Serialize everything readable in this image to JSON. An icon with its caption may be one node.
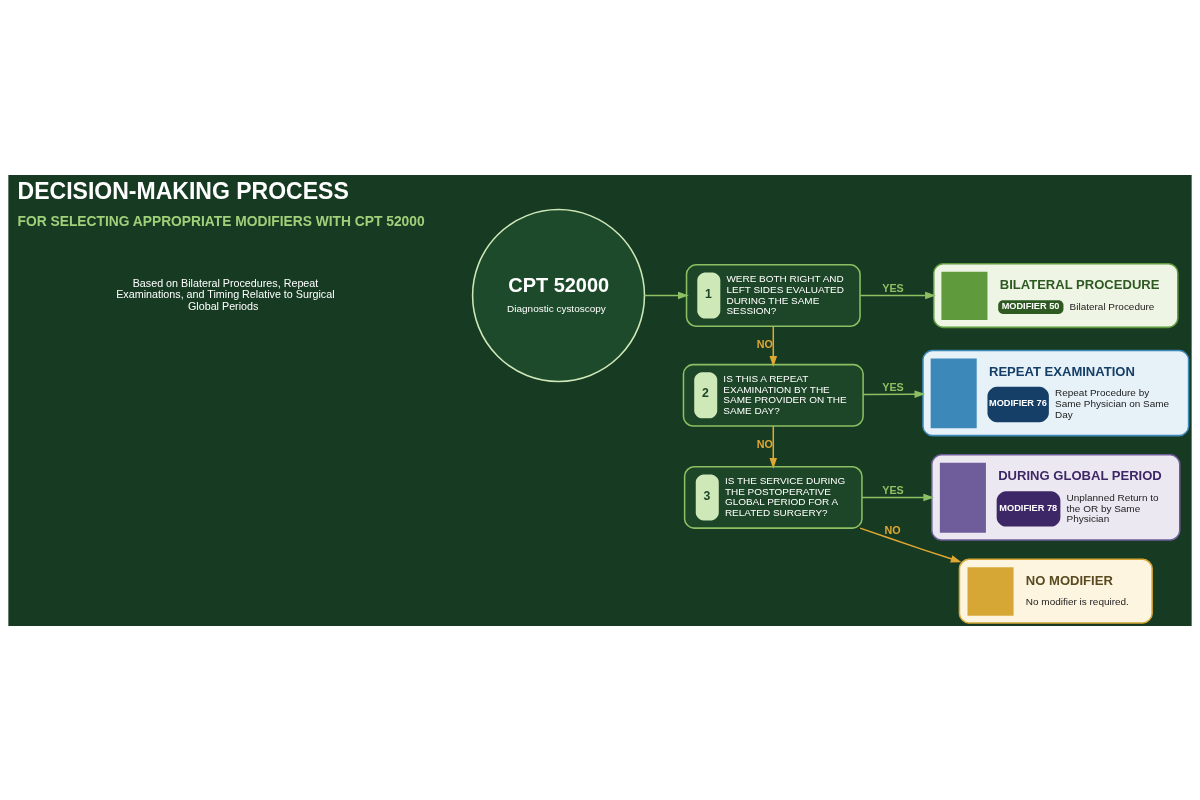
{
  "diagram": {
    "title": "DECISION-MAKING PROCESS",
    "nodes": [
      {
        "text": [
          "CPT 52000",
          "Diagnostic cystoscopy"
        ]
      },
      {
        "text": [
          "1",
          "WERE BOTH RIGHT AND LEFT SIDES EVALUATED DURING THE SAME SESSION?"
        ]
      },
      {
        "text": [
          "2",
          "IS THIS A REPEAT EXAMINATION BY THE SAME PROVIDER ON THE SAME DAY?"
        ]
      },
      {
        "text": [
          "3",
          "IS THE SERVICE DURING THE POSTOPERATIVE GLOBAL PERIOD FOR A RELATED SURGERY?"
        ]
      },
      {
        "text": [
          "BILATERAL PROCEDURE",
          "MODIFIER 50",
          "Bilateral Procedure"
        ]
      },
      {
        "text": [
          "REPEAT EXAMINATION",
          "MODIFIER 76",
          "Repeat Procedure by Same Physician on Same Day"
        ]
      },
      {
        "text": [
          "DURING GLOBAL PERIOD",
          "MODIFIER 78",
          "Unplanned Return to the OR by Same Physician"
        ]
      },
      {
        "text": [
          "NO MODIFIER",
          "No modifier is required."
        ]
      }
    ],
    "edges": [
      {
        "from": 0,
        "to": 1,
        "arrow": "to"
      },
      {
        "from": 1,
        "to": 4,
        "arrow": "to",
        "label": "YES"
      },
      {
        "from": 1,
        "to": 2,
        "arrow": "to",
        "label": "NO",
        "color": "#e0a832"
      },
      {
        "from": 2,
        "to": 5,
        "arrow": "to",
        "label": "YES"
      },
      {
        "from": 2,
        "to": 3,
        "arrow": "to",
        "label": "NO",
        "color": "#e0a832"
      },
      {
        "from": 3,
        "to": 6,
        "arrow": "to",
        "label": "YES"
      },
      {
        "from": 3,
        "to": 7,
        "arrow": "to",
        "label": "NO",
        "color": "#e0a832"
      }
    ],
    "labels": [
      "FOR SELECTING APPROPRIATE MODIFIERS WITH CPT 52000",
      "Based on Bilateral Procedures, Repeat Examinations, and Timing Relative to Surgical Global Periods"
    ]
  }
}
